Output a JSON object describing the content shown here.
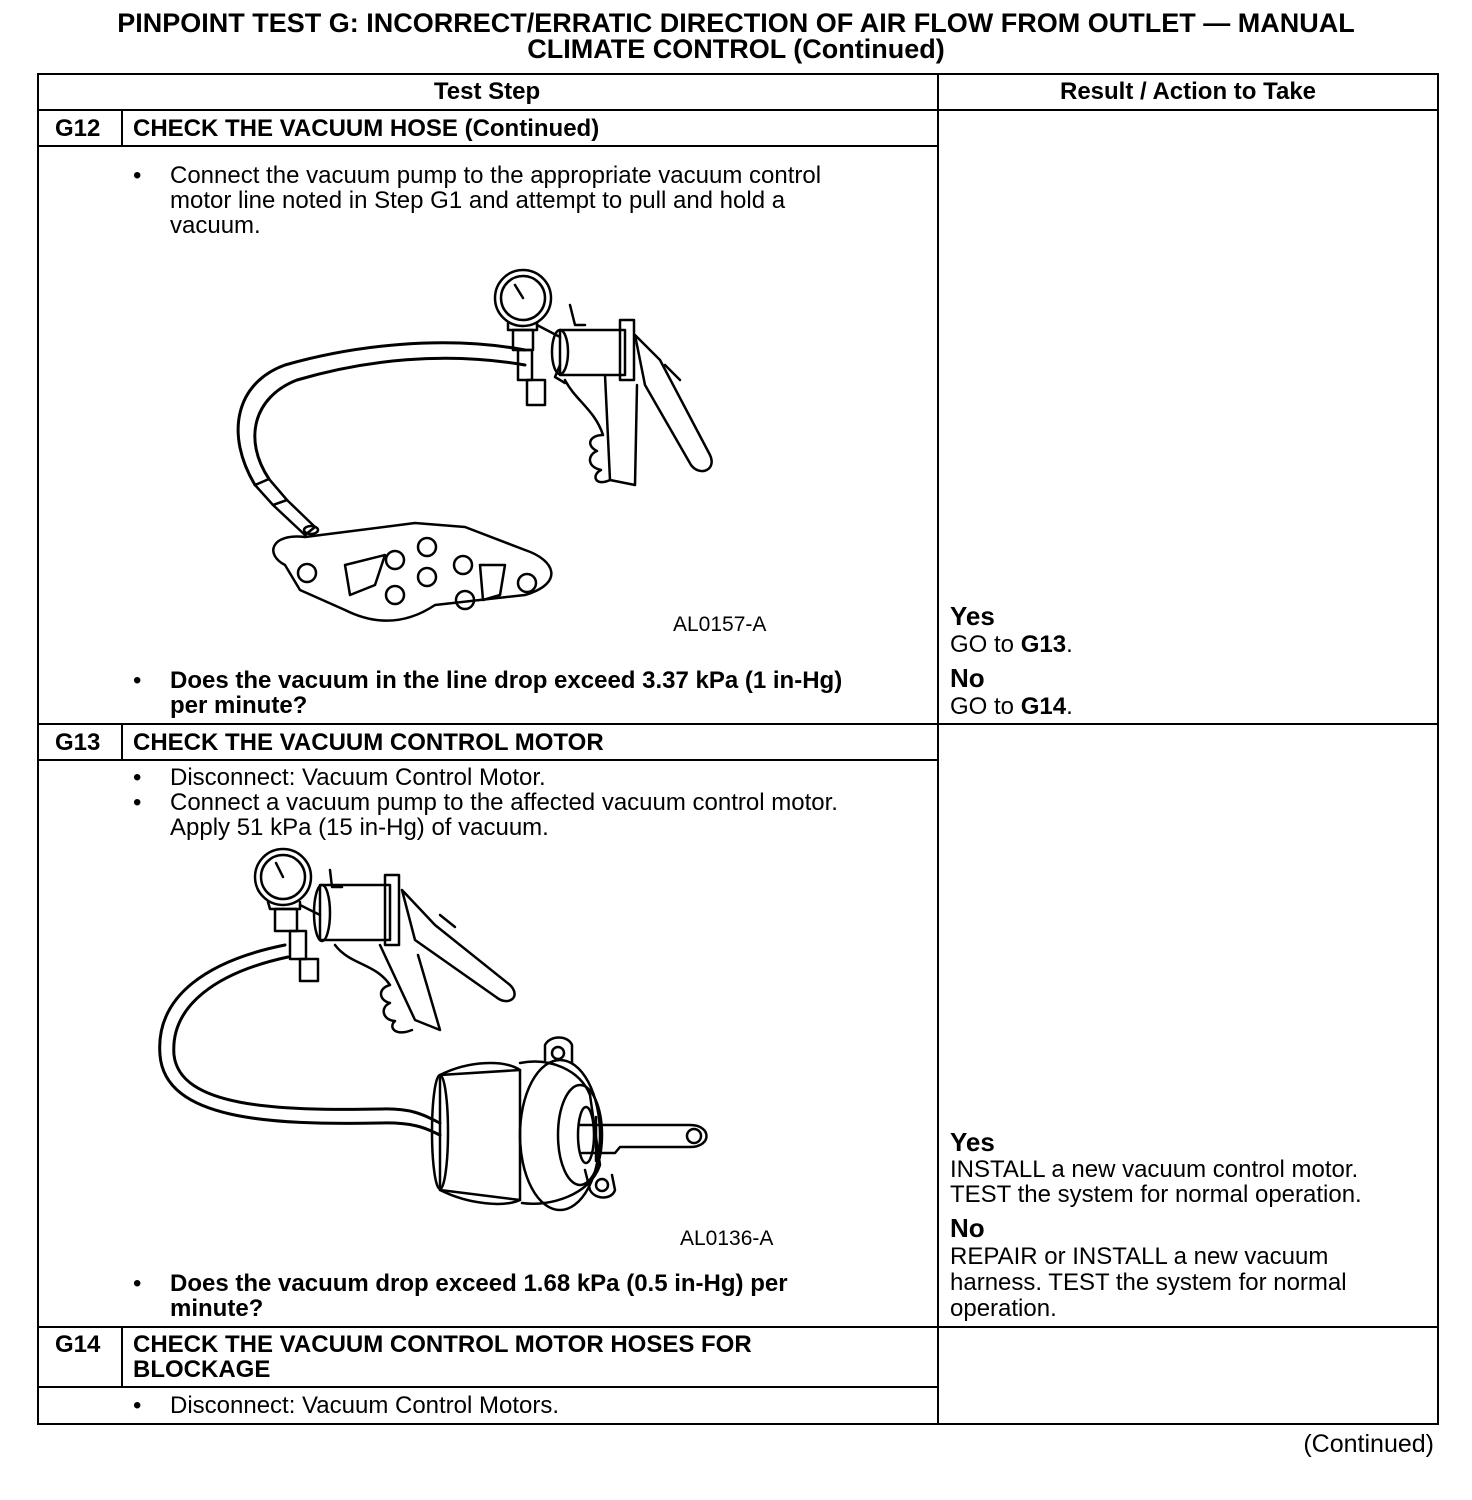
{
  "title": {
    "line1": "PINPOINT TEST  G: INCORRECT/ERRATIC DIRECTION OF AIR FLOW FROM OUTLET — MANUAL",
    "line2": "CLIMATE CONTROL (Continued)"
  },
  "table": {
    "header_left": "Test Step",
    "header_right": "Result / Action to Take"
  },
  "g12": {
    "step": "G12",
    "heading": "CHECK THE VACUUM HOSE (Continued)",
    "bullet1": [
      "Connect the vacuum pump to the appropriate vacuum control",
      "motor line noted in Step G1 and attempt to pull and hold a",
      "vacuum."
    ],
    "figure_label": "AL0157-A",
    "question": [
      "Does the vacuum in the line drop exceed 3.37 kPa (1 in-Hg)",
      "per minute?"
    ],
    "yes_label": "Yes",
    "yes_action_pre": "GO to ",
    "yes_action_bold": "G13",
    "yes_action_post": ".",
    "no_label": "No",
    "no_action_pre": "GO to ",
    "no_action_bold": "G14",
    "no_action_post": "."
  },
  "g13": {
    "step": "G13",
    "heading": "CHECK THE VACUUM CONTROL MOTOR",
    "bullet1": "Disconnect: Vacuum Control Motor.",
    "bullet2": [
      "Connect a vacuum pump to the affected vacuum control motor.",
      "Apply 51 kPa (15 in-Hg) of vacuum."
    ],
    "figure_label": "AL0136-A",
    "question": [
      "Does the vacuum drop exceed 1.68 kPa (0.5 in-Hg) per",
      "minute?"
    ],
    "yes_label": "Yes",
    "yes_action": [
      "INSTALL a new vacuum control motor.",
      "TEST the system for normal operation."
    ],
    "no_label": "No",
    "no_action": [
      "REPAIR or INSTALL a new vacuum",
      "harness. TEST the system for normal",
      "operation."
    ]
  },
  "g14": {
    "step": "G14",
    "heading": [
      "CHECK THE VACUUM CONTROL MOTOR HOSES FOR",
      "BLOCKAGE"
    ],
    "bullet1": "Disconnect: Vacuum Control Motors."
  },
  "footer": {
    "continued": "(Continued)"
  },
  "icons": [
    "vacuum-pump-icon",
    "vacuum-gauge-icon",
    "vacuum-control-motor-icon",
    "bracket-plate-icon"
  ]
}
